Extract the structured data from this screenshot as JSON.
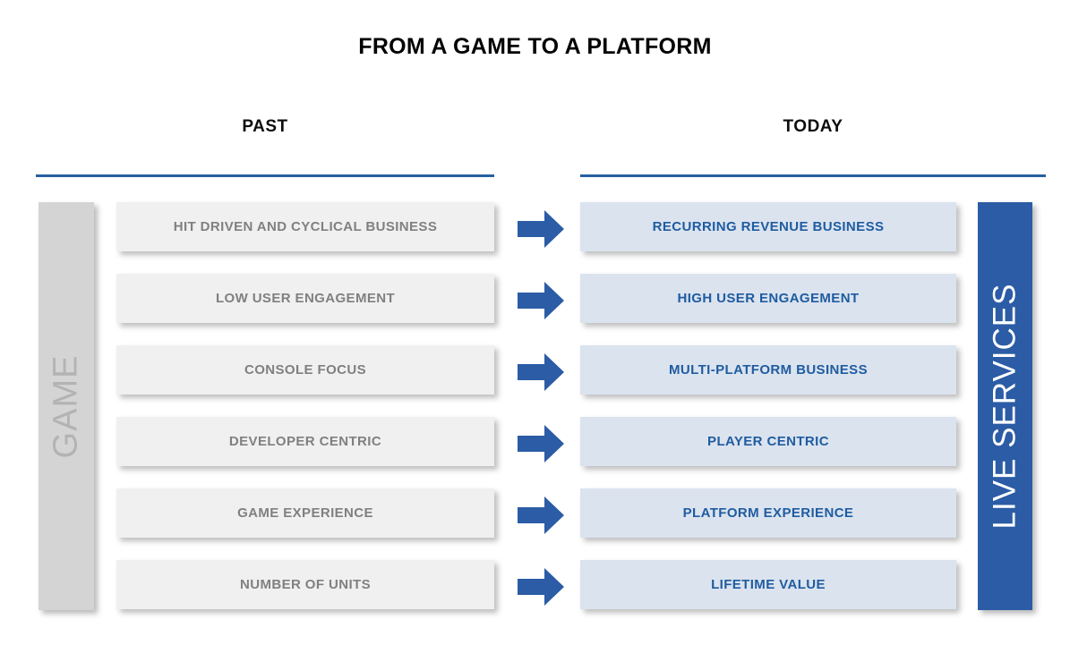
{
  "title": "FROM A GAME TO A PLATFORM",
  "colors": {
    "accent_blue": "#2b5ca5",
    "rule_blue": "#27609f",
    "today_pill_bg": "#dbe3ef",
    "today_pill_text": "#1f5ca0",
    "past_pill_bg": "#f0f0f0",
    "past_pill_text": "#808080",
    "game_bar_bg": "#d4d4d4",
    "game_bar_text": "#b3b3b3"
  },
  "columns": {
    "past": {
      "header": "PAST",
      "side_label": "GAME"
    },
    "today": {
      "header": "TODAY",
      "side_label": "LIVE SERVICES"
    }
  },
  "arrow_icon": "arrow-right-icon",
  "rows": [
    {
      "past": "HIT DRIVEN AND CYCLICAL BUSINESS",
      "today": "RECURRING REVENUE BUSINESS"
    },
    {
      "past": "LOW USER ENGAGEMENT",
      "today": "HIGH USER ENGAGEMENT"
    },
    {
      "past": "CONSOLE FOCUS",
      "today": "MULTI-PLATFORM BUSINESS"
    },
    {
      "past": "DEVELOPER CENTRIC",
      "today": "PLAYER CENTRIC"
    },
    {
      "past": "GAME EXPERIENCE",
      "today": "PLATFORM EXPERIENCE"
    },
    {
      "past": "NUMBER OF UNITS",
      "today": "LIFETIME VALUE"
    }
  ]
}
